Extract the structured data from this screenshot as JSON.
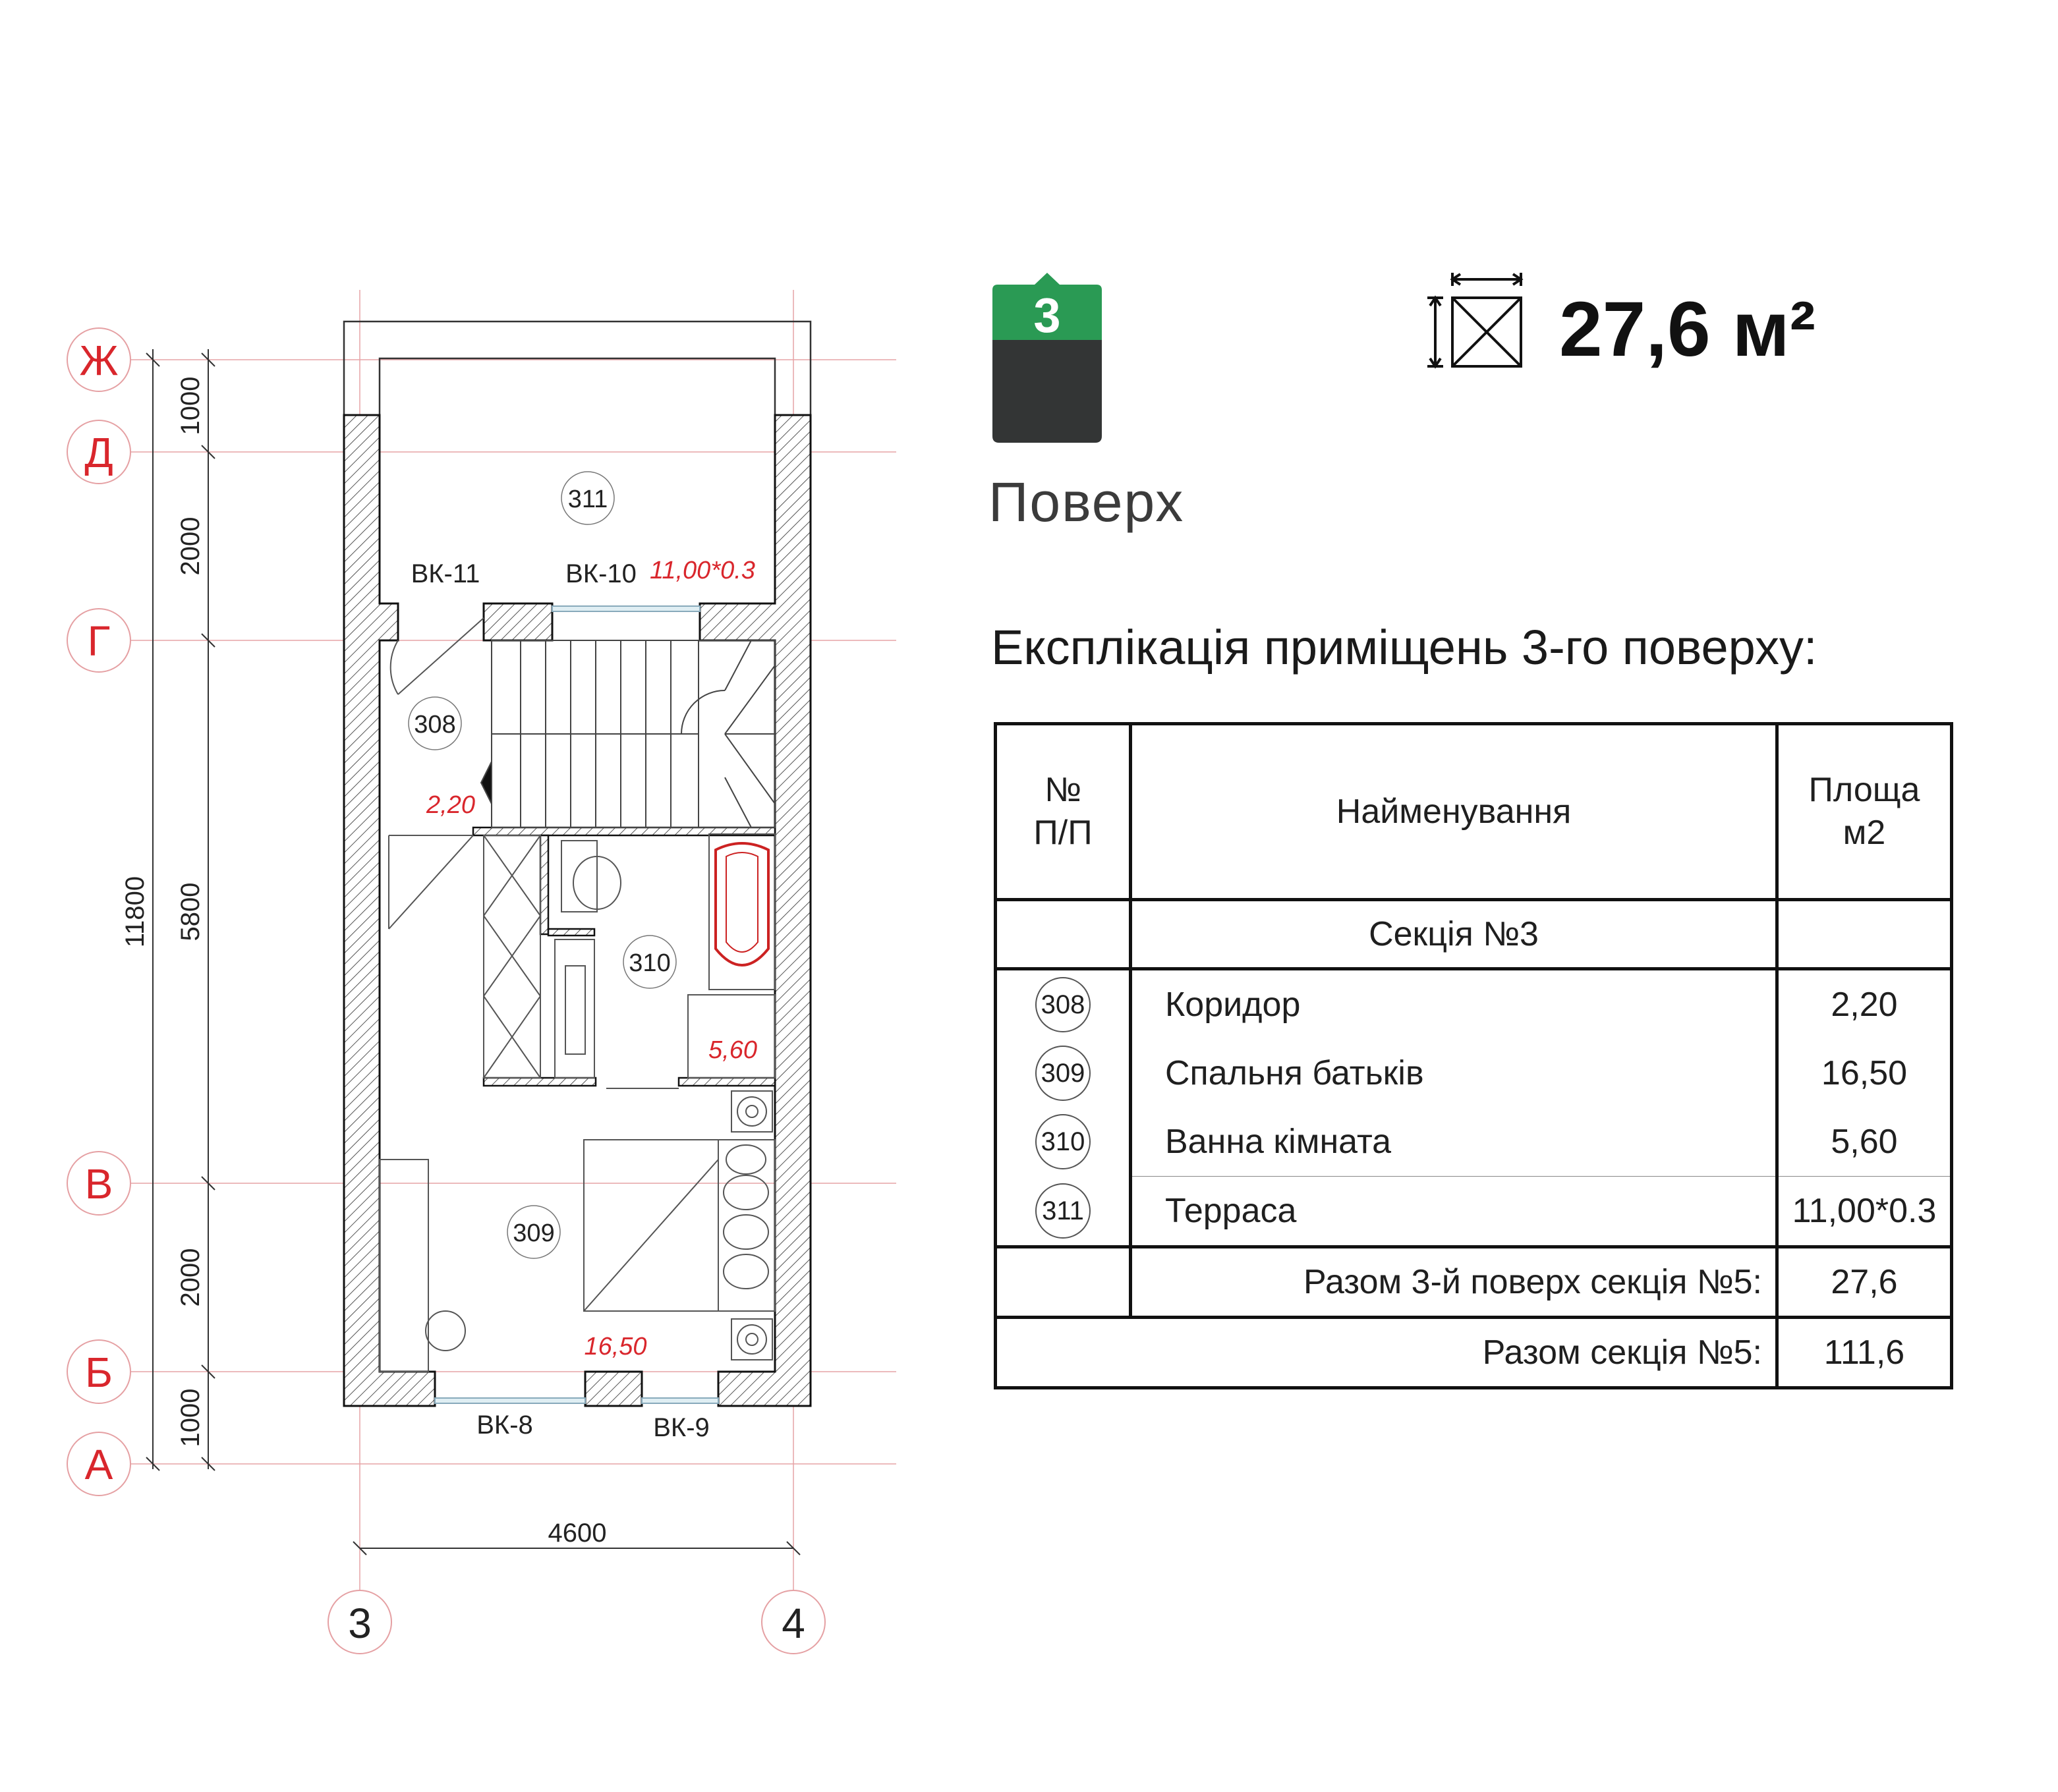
{
  "floor_badge": {
    "number": "3",
    "label": "Поверх",
    "accent": "#2a9a54",
    "dark": "#333535"
  },
  "total_area": "27,6 м²",
  "explication": {
    "title": "Експлікація приміщень 3-го поверху:",
    "headers": {
      "no": "№\nП/П",
      "name": "Найменування",
      "area": "Площа\nм2"
    },
    "section": "Секція №3",
    "rooms": [
      {
        "no": "308",
        "name": "Коридор",
        "area": "2,20"
      },
      {
        "no": "309",
        "name": "Спальня батьків",
        "area": "16,50"
      },
      {
        "no": "310",
        "name": "Ванна кімната",
        "area": "5,60"
      },
      {
        "no": "311",
        "name": "Терраса",
        "area": "11,00*0.3"
      }
    ],
    "floor_total_label": "Разом 3-й поверх секція №5:",
    "floor_total": "27,6",
    "section_total_label": "Разом секція №5:",
    "section_total": "111,6"
  },
  "plan": {
    "axes_rows": [
      "Ж",
      "Д",
      "Г",
      "В",
      "Б",
      "А"
    ],
    "axes_cols": [
      "3",
      "4"
    ],
    "dims_inner": [
      "1000",
      "2000",
      "5800",
      "2000",
      "1000"
    ],
    "dim_overall": "11800",
    "dim_width": "4600",
    "rooms": [
      "311",
      "308",
      "310",
      "309"
    ],
    "room_areas": {
      "308": "2,20",
      "310": "5,60",
      "309": "16,50",
      "311": "11,00*0.3"
    },
    "windows": [
      "ВК-11",
      "ВК-10",
      "ВК-8",
      "ВК-9"
    ],
    "colors": {
      "axis": "#d9262c",
      "wall": "#333333"
    }
  }
}
